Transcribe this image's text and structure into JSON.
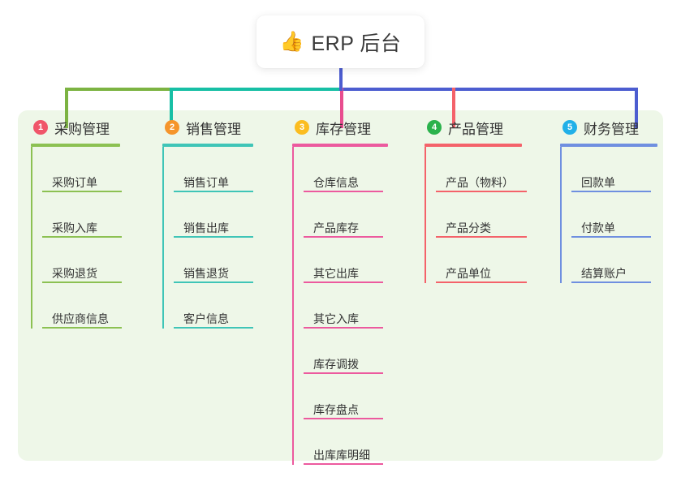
{
  "root": {
    "icon": "thumbs-up-icon",
    "icon_glyph": "👍",
    "title": "ERP 后台"
  },
  "theme": {
    "panel_bg": "#eef7e8",
    "page_bg": "#ffffff",
    "bus_green": "#7cb342",
    "bus_teal": "#17bfa5",
    "bus_blue": "#4c5dd0",
    "drop_pink": "#e84d8f",
    "drop_red": "#f4626a"
  },
  "columns": [
    {
      "number": "1",
      "badge_color": "#f0566a",
      "line_color": "#8cc152",
      "title": "采购管理",
      "items": [
        "采购订单",
        "采购入库",
        "采购退货",
        "供应商信息"
      ]
    },
    {
      "number": "2",
      "badge_color": "#f5952b",
      "line_color": "#3fc5b7",
      "title": "销售管理",
      "items": [
        "销售订单",
        "销售出库",
        "销售退货",
        "客户信息"
      ]
    },
    {
      "number": "3",
      "badge_color": "#fbbd20",
      "line_color": "#ec5a9e",
      "title": "库存管理",
      "items": [
        "仓库信息",
        "产品库存",
        "其它出库",
        "其它入库",
        "库存调拨",
        "库存盘点",
        "出库库明细"
      ]
    },
    {
      "number": "4",
      "badge_color": "#2bb24c",
      "line_color": "#f4626a",
      "title": "产品管理",
      "items": [
        "产品（物料）",
        "产品分类",
        "产品单位"
      ]
    },
    {
      "number": "5",
      "badge_color": "#21b0e8",
      "line_color": "#6f8fe0",
      "title": "财务管理",
      "items": [
        "回款单",
        "付款单",
        "结算账户"
      ]
    }
  ]
}
